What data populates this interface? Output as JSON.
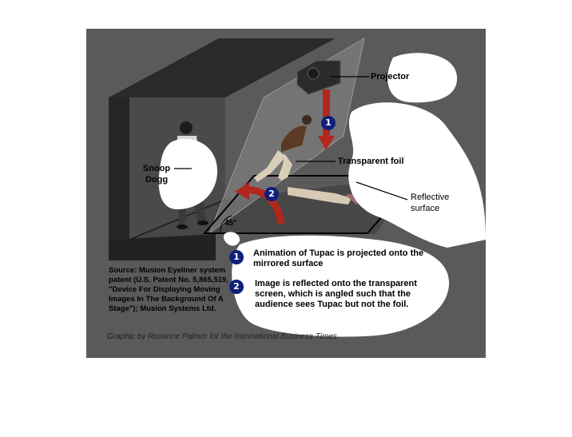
{
  "labels": {
    "projector": "Projector",
    "transparent_foil": "Transparent foil",
    "snoop_dogg": "Snoop Dogg",
    "reflective_surface": "Reflective surface",
    "angle": "45°"
  },
  "steps": [
    {
      "number": "1",
      "text": "Animation of Tupac is projected onto the mirrored surface"
    },
    {
      "number": "2",
      "text": "Image is reflected onto the transparent screen, which is angled such that the audience sees Tupac but not the foil."
    }
  ],
  "source": "Source: Musion Eyeliner system patent (U.S. Patent No. 5,865,519, \"Device For Displaying Moving Images In The Background Of A Stage\"); Musion Systems Ltd.",
  "credit": "Graphic by Roxanne Palmer for the International Business Times",
  "colors": {
    "panel": "#5a5a5a",
    "stage_dark": "#2e2e2e",
    "stage_mid": "#444444",
    "foil": "#8a8a8a",
    "arrow_red": "#b3261e",
    "badge_blue": "#0d1f7a",
    "blob": "#ffffff"
  }
}
